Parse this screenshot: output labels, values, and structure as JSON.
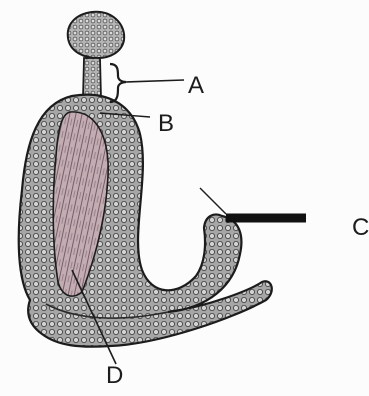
{
  "labels": {
    "a": "A",
    "b": "B",
    "c": "C",
    "d": "D"
  },
  "colors": {
    "ink": "#1c1c1c",
    "tissue": "#9c9c9c",
    "tissue_light": "#c4c4c4",
    "inner_tissue": "#b7a2a8",
    "background": "#fcfcfc"
  }
}
